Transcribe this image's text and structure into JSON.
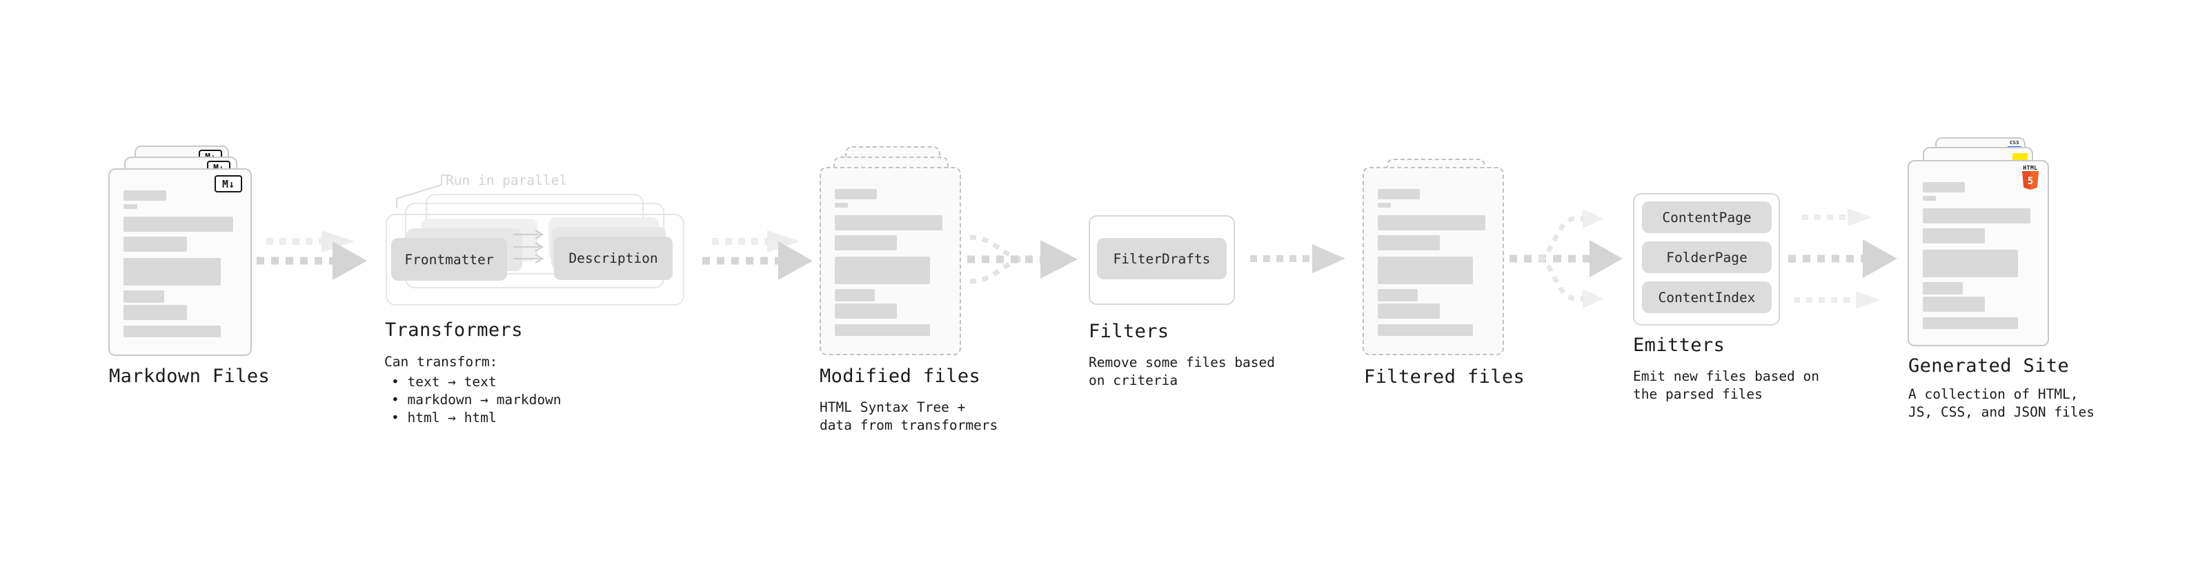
{
  "diagram": {
    "markdown_files": {
      "label": "Markdown Files",
      "badge": "M↓"
    },
    "transformers": {
      "title": "Transformers",
      "parallel_note": "Run in parallel",
      "box1": "Frontmatter",
      "box2": "Description",
      "note_heading": "Can transform:",
      "bullets": [
        "• text → text",
        "• markdown → markdown",
        "• html → html"
      ]
    },
    "modified_files": {
      "title": "Modified files",
      "subtitle_lines": [
        "HTML Syntax Tree +",
        "data from transformers"
      ]
    },
    "filters": {
      "title": "Filters",
      "box": "FilterDrafts",
      "subtitle_lines": [
        "Remove some files based",
        "on criteria"
      ]
    },
    "filtered_files": {
      "label": "Filtered files"
    },
    "emitters": {
      "title": "Emitters",
      "boxes": [
        "ContentPage",
        "FolderPage",
        "ContentIndex"
      ],
      "subtitle_lines": [
        "Emit new files based on",
        "the parsed files"
      ]
    },
    "generated_site": {
      "title": "Generated Site",
      "subtitle_lines": [
        "A collection of HTML,",
        "JS, CSS, and JSON files"
      ],
      "html_badge_label": "HTML",
      "html_badge_number": "5",
      "css_badge_label": "CSS"
    },
    "colors": {
      "html5_orange": "#E44D26",
      "html5_orange_light": "#F16529",
      "js_yellow": "#FFE70A",
      "css_blue": "#2F6BFF"
    }
  }
}
